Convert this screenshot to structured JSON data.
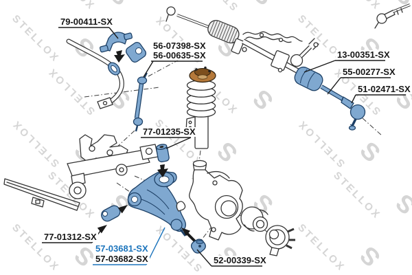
{
  "diagram": {
    "watermark_text": "STELLOX",
    "labels": {
      "p79_00411": "79-00411-SX",
      "p56_07398": "56-07398-SX",
      "p56_00635": "56-00635-SX",
      "p13_00351": "13-00351-SX",
      "p55_00277": "55-00277-SX",
      "p51_02471": "51-02471-SX",
      "p77_01235": "77-01235-SX",
      "p77_01312": "77-01312-SX",
      "p57_03681": "57-03681-SX",
      "p57_03682": "57-03682-SX",
      "p52_00339": "52-00339-SX"
    }
  },
  "colors": {
    "highlight_blue": "#7fa8d0",
    "outline_navy": "#1d4066",
    "link_blue": "#1b74bc",
    "line_dark": "#333333",
    "watermark_gray": "#d5d5d5",
    "mount_orange": "#b5793a"
  }
}
